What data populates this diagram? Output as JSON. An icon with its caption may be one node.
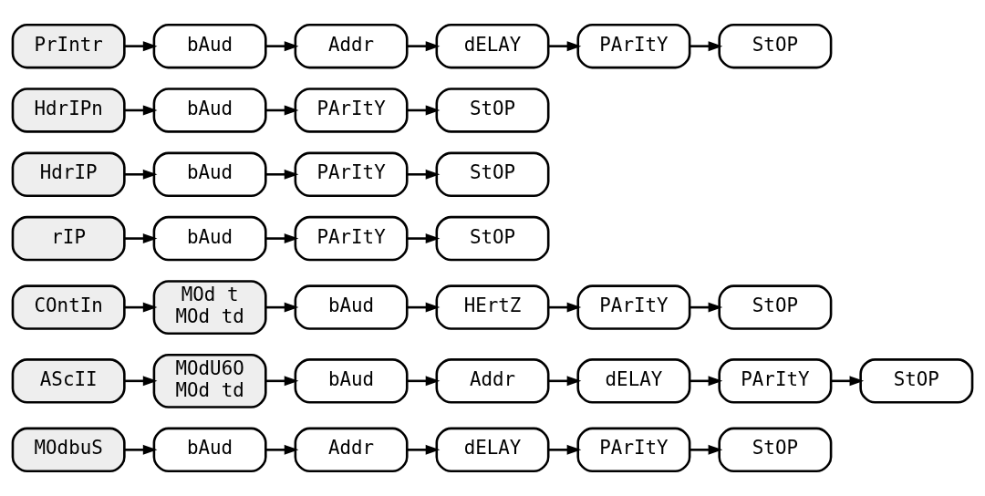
{
  "diagram": {
    "nodes": [
      {
        "text": [
          "MOdbuS"
        ]
      },
      {
        "text": [
          "bAud"
        ]
      },
      {
        "text": [
          "Addr"
        ]
      },
      {
        "text": [
          "dELAY"
        ]
      },
      {
        "text": [
          "PArItY"
        ]
      },
      {
        "text": [
          "StOP"
        ]
      },
      {
        "text": [
          "AScII"
        ]
      },
      {
        "text": [
          "MOdU6O",
          "MOd td"
        ]
      },
      {
        "text": [
          "bAud"
        ]
      },
      {
        "text": [
          "Addr"
        ]
      },
      {
        "text": [
          "dELAY"
        ]
      },
      {
        "text": [
          "PArItY"
        ]
      },
      {
        "text": [
          "StOP"
        ]
      },
      {
        "text": [
          "COntIn"
        ]
      },
      {
        "text": [
          "MOd t",
          "MOd td"
        ]
      },
      {
        "text": [
          "bAud"
        ]
      },
      {
        "text": [
          "HErtZ"
        ]
      },
      {
        "text": [
          "PArItY"
        ]
      },
      {
        "text": [
          "StOP"
        ]
      },
      {
        "text": [
          "rIP"
        ]
      },
      {
        "text": [
          "bAud"
        ]
      },
      {
        "text": [
          "PArItY"
        ]
      },
      {
        "text": [
          "StOP"
        ]
      },
      {
        "text": [
          "HdrIP"
        ]
      },
      {
        "text": [
          "bAud"
        ]
      },
      {
        "text": [
          "PArItY"
        ]
      },
      {
        "text": [
          "StOP"
        ]
      },
      {
        "text": [
          "HdrIPn"
        ]
      },
      {
        "text": [
          "bAud"
        ]
      },
      {
        "text": [
          "PArItY"
        ]
      },
      {
        "text": [
          "StOP"
        ]
      },
      {
        "text": [
          "PrIntr"
        ]
      },
      {
        "text": [
          "bAud"
        ]
      },
      {
        "text": [
          "Addr"
        ]
      },
      {
        "text": [
          "dELAY"
        ]
      },
      {
        "text": [
          "PArItY"
        ]
      },
      {
        "text": [
          "StOP"
        ]
      }
    ],
    "edges": [
      {
        "from": 0,
        "to": 1,
        "arrow": "to"
      },
      {
        "from": 1,
        "to": 2,
        "arrow": "to"
      },
      {
        "from": 2,
        "to": 3,
        "arrow": "to"
      },
      {
        "from": 3,
        "to": 4,
        "arrow": "to"
      },
      {
        "from": 4,
        "to": 5,
        "arrow": "to"
      },
      {
        "from": 6,
        "to": 7,
        "arrow": "to"
      },
      {
        "from": 7,
        "to": 8,
        "arrow": "to"
      },
      {
        "from": 8,
        "to": 9,
        "arrow": "to"
      },
      {
        "from": 9,
        "to": 10,
        "arrow": "to"
      },
      {
        "from": 10,
        "to": 11,
        "arrow": "to"
      },
      {
        "from": 11,
        "to": 12,
        "arrow": "to"
      },
      {
        "from": 13,
        "to": 14,
        "arrow": "to"
      },
      {
        "from": 14,
        "to": 15,
        "arrow": "to"
      },
      {
        "from": 15,
        "to": 16,
        "arrow": "to"
      },
      {
        "from": 16,
        "to": 17,
        "arrow": "to"
      },
      {
        "from": 17,
        "to": 18,
        "arrow": "to"
      },
      {
        "from": 19,
        "to": 20,
        "arrow": "to"
      },
      {
        "from": 20,
        "to": 21,
        "arrow": "to"
      },
      {
        "from": 21,
        "to": 22,
        "arrow": "to"
      },
      {
        "from": 23,
        "to": 24,
        "arrow": "to"
      },
      {
        "from": 24,
        "to": 25,
        "arrow": "to"
      },
      {
        "from": 25,
        "to": 26,
        "arrow": "to"
      },
      {
        "from": 27,
        "to": 28,
        "arrow": "to"
      },
      {
        "from": 28,
        "to": 29,
        "arrow": "to"
      },
      {
        "from": 29,
        "to": 30,
        "arrow": "to"
      },
      {
        "from": 31,
        "to": 32,
        "arrow": "to"
      },
      {
        "from": 32,
        "to": 33,
        "arrow": "to"
      },
      {
        "from": 33,
        "to": 34,
        "arrow": "to"
      },
      {
        "from": 34,
        "to": 35,
        "arrow": "to"
      },
      {
        "from": 35,
        "to": 36,
        "arrow": "to"
      }
    ]
  }
}
